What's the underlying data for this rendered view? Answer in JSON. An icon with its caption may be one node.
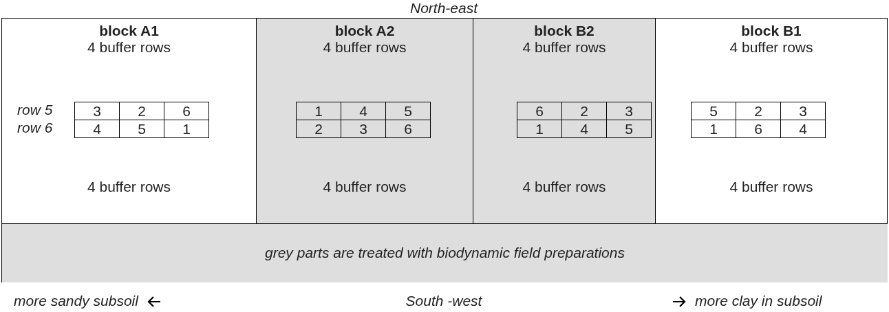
{
  "diagram": {
    "nodes": [
      {
        "text": [
          "block A1",
          "4 buffer rows",
          "4 buffer rows"
        ]
      },
      {
        "text": [
          "block A2",
          "4 buffer rows",
          "4 buffer rows"
        ]
      },
      {
        "text": [
          "block B2",
          "4 buffer rows",
          "4 buffer rows"
        ]
      },
      {
        "text": [
          "block B1",
          "4 buffer rows",
          "4 buffer rows"
        ]
      },
      {
        "text": [
          "grey parts are treated with biodynamic field preparations"
        ]
      }
    ],
    "labels": [
      "North-east",
      "row 5",
      "row 6",
      "3",
      "2",
      "6",
      "4",
      "5",
      "1",
      "1",
      "4",
      "5",
      "2",
      "3",
      "6",
      "6",
      "2",
      "3",
      "1",
      "4",
      "5",
      "5",
      "2",
      "3",
      "1",
      "6",
      "4",
      "more sandy subsoil",
      "South -west",
      "more clay in subsoil"
    ]
  }
}
